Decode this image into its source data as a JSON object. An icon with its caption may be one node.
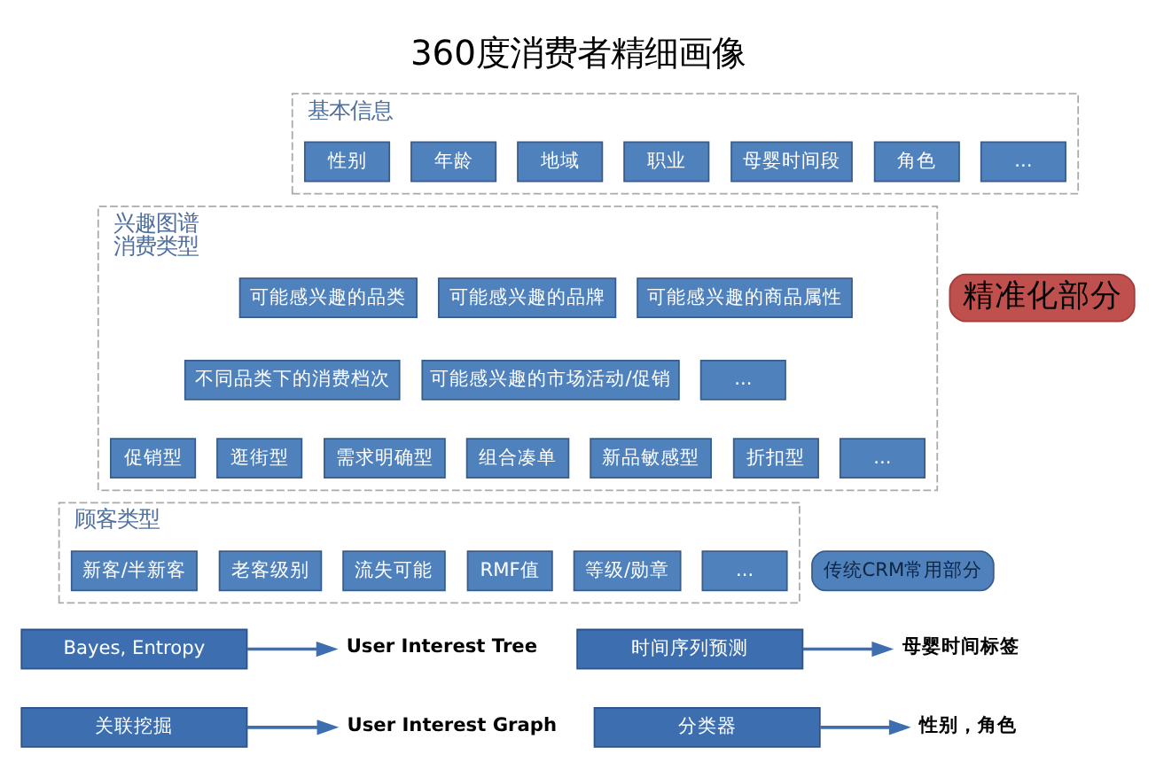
{
  "diagram": {
    "title": "360度消费者精细画像",
    "nodes": [
      {
        "text": [
          "基本信息"
        ]
      },
      {
        "text": [
          "性别"
        ],
        "in": 0
      },
      {
        "text": [
          "年龄"
        ],
        "in": 0
      },
      {
        "text": [
          "地域"
        ],
        "in": 0
      },
      {
        "text": [
          "职业"
        ],
        "in": 0
      },
      {
        "text": [
          "母婴时间段"
        ],
        "in": 0
      },
      {
        "text": [
          "角色"
        ],
        "in": 0
      },
      {
        "text": [
          "..."
        ],
        "in": 0
      },
      {
        "text": [
          "兴趣图谱",
          "消费类型"
        ]
      },
      {
        "text": [
          "可能感兴趣的品类"
        ],
        "in": 8
      },
      {
        "text": [
          "可能感兴趣的品牌"
        ],
        "in": 8
      },
      {
        "text": [
          "可能感兴趣的商品属性"
        ],
        "in": 8
      },
      {
        "text": [
          "不同品类下的消费档次"
        ],
        "in": 8
      },
      {
        "text": [
          "可能感兴趣的市场活动/促销"
        ],
        "in": 8
      },
      {
        "text": [
          "..."
        ],
        "in": 8
      },
      {
        "text": [
          "促销型"
        ],
        "in": 8
      },
      {
        "text": [
          "逛街型"
        ],
        "in": 8
      },
      {
        "text": [
          "需求明确型"
        ],
        "in": 8
      },
      {
        "text": [
          "组合凑单"
        ],
        "in": 8
      },
      {
        "text": [
          "新品敏感型"
        ],
        "in": 8
      },
      {
        "text": [
          "折扣型"
        ],
        "in": 8
      },
      {
        "text": [
          "..."
        ],
        "in": 8
      },
      {
        "text": [
          "顾客类型"
        ]
      },
      {
        "text": [
          "新客/半新客"
        ],
        "in": 22
      },
      {
        "text": [
          "老客级别"
        ],
        "in": 22
      },
      {
        "text": [
          "流失可能"
        ],
        "in": 22
      },
      {
        "text": [
          "RMF值"
        ],
        "in": 22
      },
      {
        "text": [
          "等级/勋章"
        ],
        "in": 22
      },
      {
        "text": [
          "..."
        ],
        "in": 22
      },
      {
        "text": [
          "精准化部分"
        ]
      },
      {
        "text": [
          "传统CRM常用部分"
        ]
      },
      {
        "text": [
          "Bayes, Entropy"
        ]
      },
      {
        "text": [
          "User Interest Tree"
        ]
      },
      {
        "text": [
          "关联挖掘"
        ]
      },
      {
        "text": [
          "User Interest Graph"
        ]
      },
      {
        "text": [
          "时间序列预测"
        ]
      },
      {
        "text": [
          "母婴时间标签"
        ]
      },
      {
        "text": [
          "分类器"
        ]
      },
      {
        "text": [
          "性别，角色"
        ]
      }
    ],
    "edges": [
      {
        "from": 31,
        "to": 32,
        "arrow": "to"
      },
      {
        "from": 35,
        "to": 36,
        "arrow": "to"
      },
      {
        "from": 33,
        "to": 34,
        "arrow": "to"
      },
      {
        "from": 37,
        "to": 38,
        "arrow": "to"
      }
    ]
  }
}
